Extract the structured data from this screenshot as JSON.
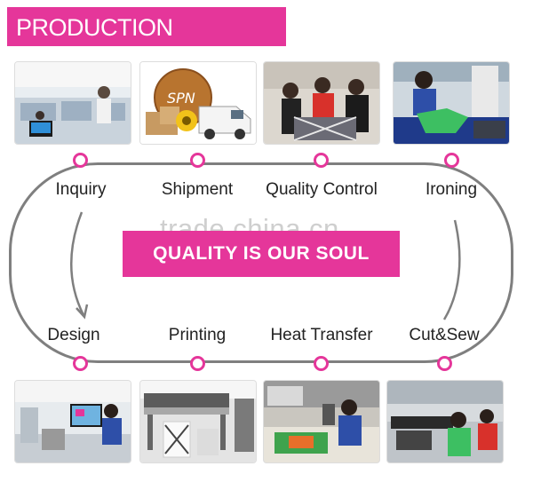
{
  "header": {
    "title": "PRODUCTION PROCESS"
  },
  "steps_top": [
    {
      "label": "Inquiry"
    },
    {
      "label": "Shipment"
    },
    {
      "label": "Quality Control"
    },
    {
      "label": "Ironing"
    }
  ],
  "steps_bottom": [
    {
      "label": "Design"
    },
    {
      "label": "Printing"
    },
    {
      "label": "Heat Transfer"
    },
    {
      "label": "Cut&Sew"
    }
  ],
  "banner": {
    "text": "QUALITY IS OUR  SOUL"
  },
  "watermark": {
    "text": "trade.china.cn"
  },
  "colors": {
    "accent": "#e5369a",
    "loop": "#7f7f7f"
  }
}
